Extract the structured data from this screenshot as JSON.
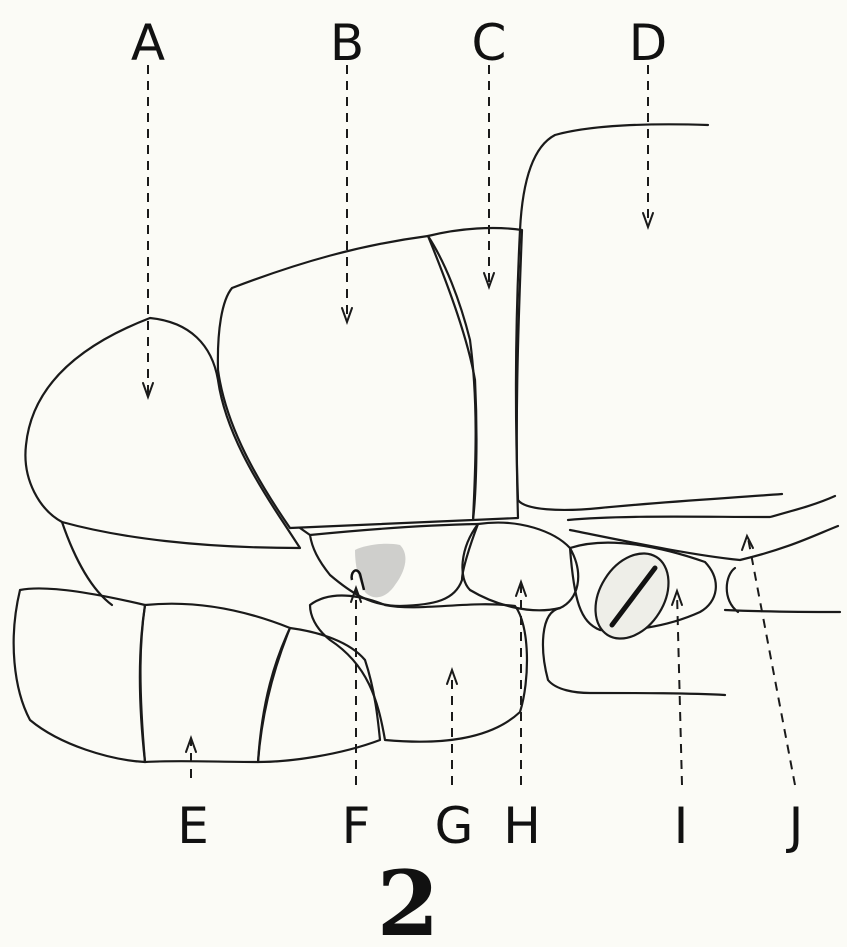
{
  "labels": {
    "A": "A",
    "B": "B",
    "C": "C",
    "D": "D",
    "E": "E",
    "F": "F",
    "G": "G",
    "H": "H",
    "I": "I",
    "J": "J"
  },
  "figure_number": "2"
}
